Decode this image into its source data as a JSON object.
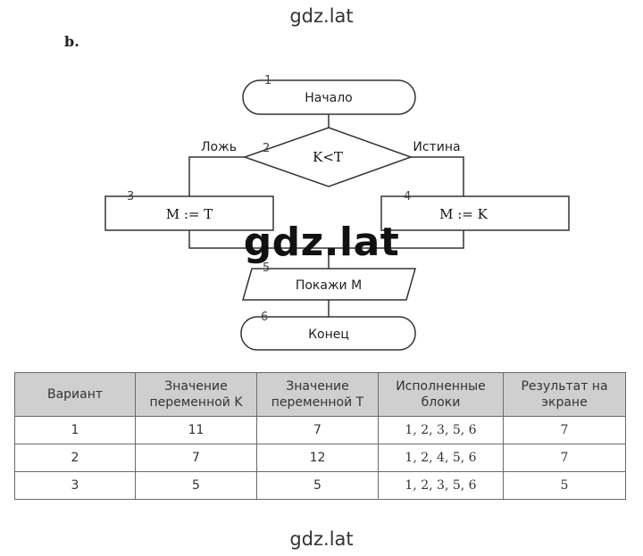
{
  "watermark": {
    "top": "gdz.lat",
    "center": "gdz.lat",
    "bottom": "gdz.lat"
  },
  "part_label": "b.",
  "flowchart": {
    "blocks": [
      {
        "num": "1",
        "text": "Начало",
        "shape": "terminator"
      },
      {
        "num": "2",
        "text": "K<T",
        "shape": "decision"
      },
      {
        "num": "3",
        "text": "M := T",
        "shape": "process"
      },
      {
        "num": "4",
        "text": "M := K",
        "shape": "process"
      },
      {
        "num": "5",
        "text": "Покажи  М",
        "shape": "io"
      },
      {
        "num": "6",
        "text": "Конец",
        "shape": "terminator"
      }
    ],
    "branch_false": "Ложь",
    "branch_true": "Истина"
  },
  "table": {
    "headers": [
      "Вариант",
      "Значение переменной K",
      "Значение переменной T",
      "Исполненные блоки",
      "Результат на экране"
    ],
    "rows": [
      [
        "1",
        "11",
        "7",
        "1, 2, 3, 5, 6",
        "7"
      ],
      [
        "2",
        "7",
        "12",
        "1, 2, 4, 5, 6",
        "7"
      ],
      [
        "3",
        "5",
        "5",
        "1, 2, 3, 5, 6",
        "5"
      ]
    ]
  },
  "colors": {
    "line": "#333333",
    "header_bg": "#cfcfcf"
  }
}
